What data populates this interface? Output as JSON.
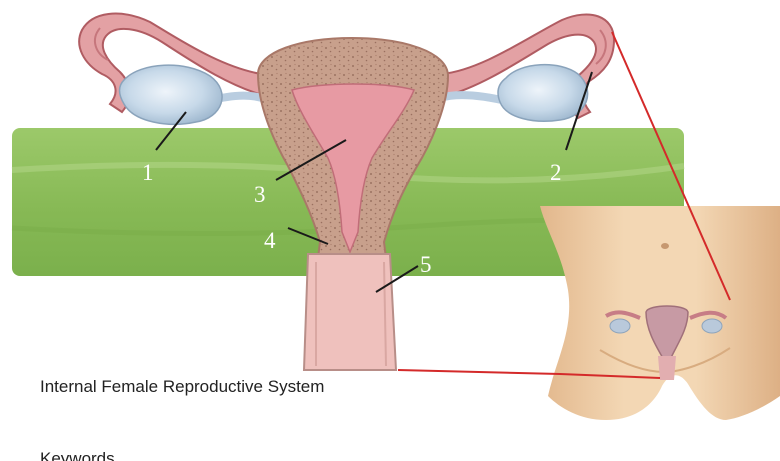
{
  "diagram": {
    "caption": "Internal Female Reproductive System",
    "partial_text": "Keywords",
    "labels": [
      "1",
      "2",
      "3",
      "4",
      "5"
    ]
  },
  "colors": {
    "green_band": "#8fbf5a",
    "uterus_wall": "#c9a391",
    "uterus_cavity": "#e79aa3",
    "fallopian_tube": "#e8a6a9",
    "ovary": "#c4d6e6",
    "vagina": "#efc1bd",
    "skin": "#efcfa9",
    "pointer_line": "#d42a2a"
  }
}
